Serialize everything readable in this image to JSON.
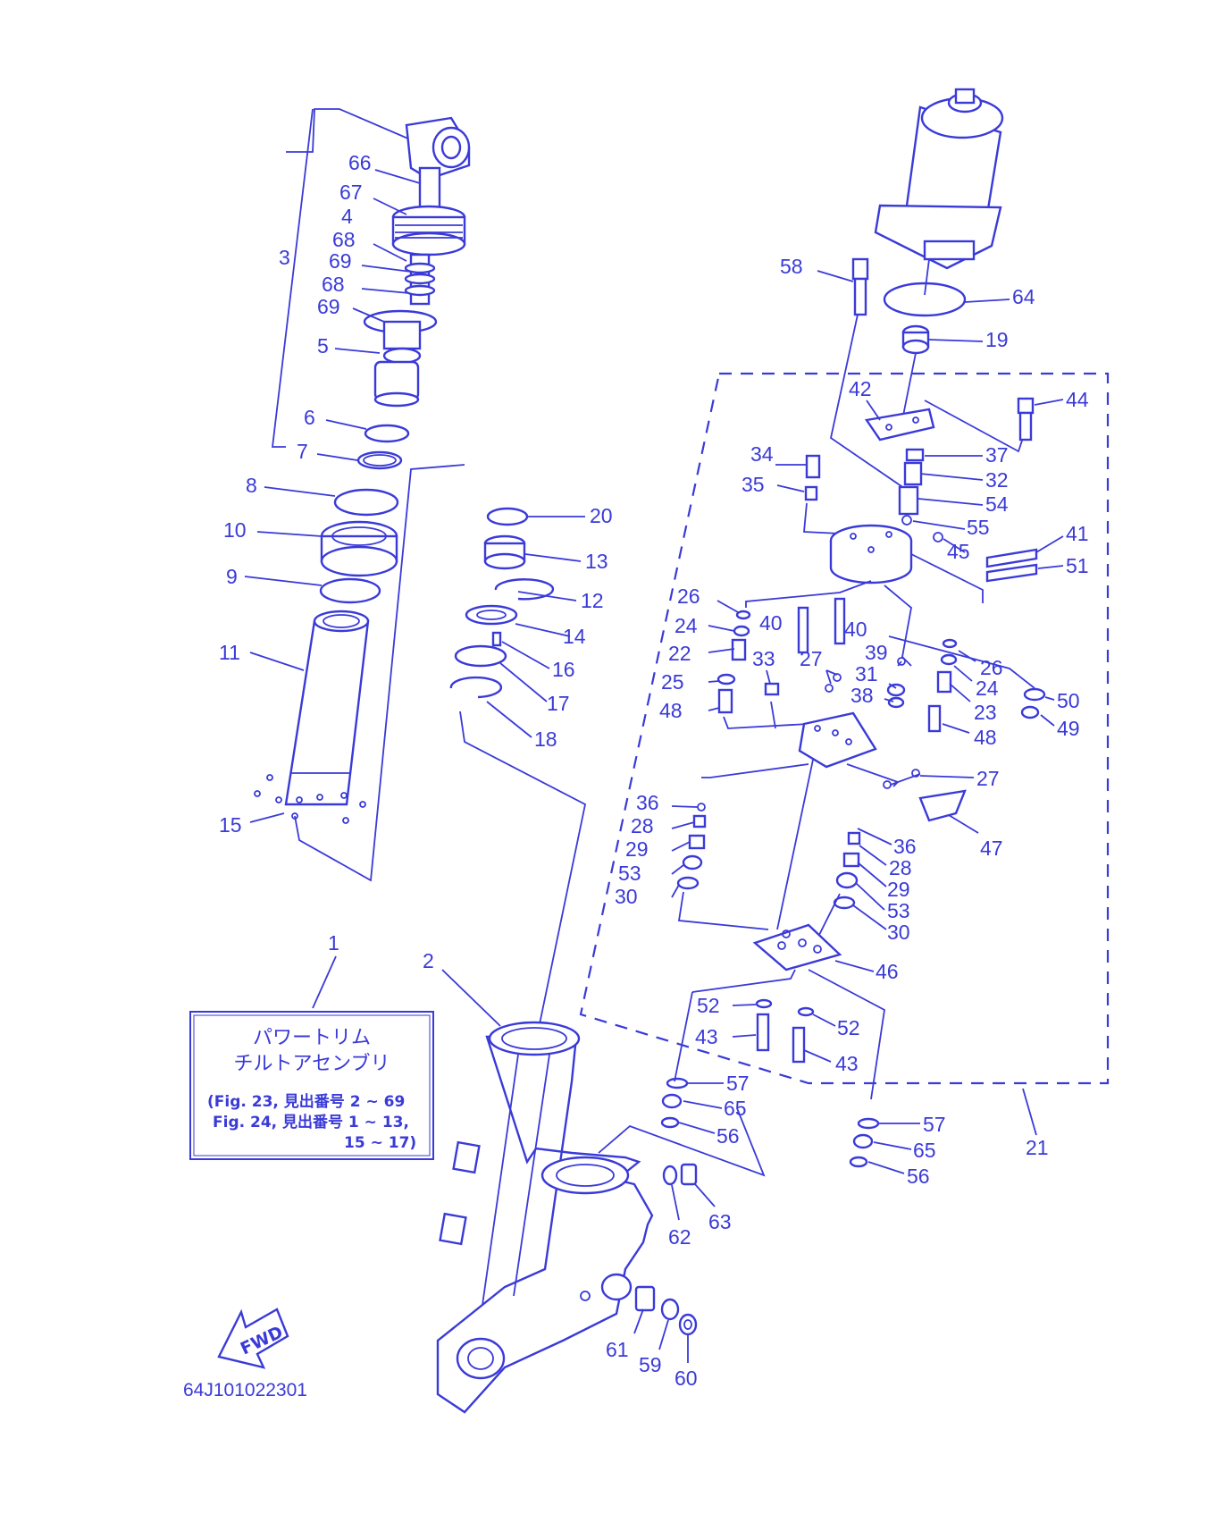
{
  "diagram": {
    "note_box": {
      "line1": "パワートリム",
      "line2": "チルトアセンブリ",
      "line3": "(Fig. 23, 見出番号 2 ~ 69",
      "line4": "Fig. 24, 見出番号 1 ~ 13,",
      "line5": "15 ~ 17)"
    },
    "fwd_arrow": {
      "text": "FWD"
    },
    "drawing_code": "64J101022301",
    "callouts": [
      {
        "id": "c66",
        "text": "66"
      },
      {
        "id": "c67",
        "text": "67"
      },
      {
        "id": "c4",
        "text": "4"
      },
      {
        "id": "c68a",
        "text": "68"
      },
      {
        "id": "c3",
        "text": "3"
      },
      {
        "id": "c69a",
        "text": "69"
      },
      {
        "id": "c68b",
        "text": "68"
      },
      {
        "id": "c69b",
        "text": "69"
      },
      {
        "id": "c5",
        "text": "5"
      },
      {
        "id": "c6",
        "text": "6"
      },
      {
        "id": "c7",
        "text": "7"
      },
      {
        "id": "c8",
        "text": "8"
      },
      {
        "id": "c10",
        "text": "10"
      },
      {
        "id": "c9",
        "text": "9"
      },
      {
        "id": "c11",
        "text": "11"
      },
      {
        "id": "c15",
        "text": "15"
      },
      {
        "id": "c1",
        "text": "1"
      },
      {
        "id": "c2",
        "text": "2"
      },
      {
        "id": "c20",
        "text": "20"
      },
      {
        "id": "c13",
        "text": "13"
      },
      {
        "id": "c12",
        "text": "12"
      },
      {
        "id": "c14",
        "text": "14"
      },
      {
        "id": "c16",
        "text": "16"
      },
      {
        "id": "c17",
        "text": "17"
      },
      {
        "id": "c18",
        "text": "18"
      },
      {
        "id": "c58",
        "text": "58"
      },
      {
        "id": "c64",
        "text": "64"
      },
      {
        "id": "c19",
        "text": "19"
      },
      {
        "id": "c42",
        "text": "42"
      },
      {
        "id": "c44",
        "text": "44"
      },
      {
        "id": "c34",
        "text": "34"
      },
      {
        "id": "c37",
        "text": "37"
      },
      {
        "id": "c35",
        "text": "35"
      },
      {
        "id": "c32",
        "text": "32"
      },
      {
        "id": "c54",
        "text": "54"
      },
      {
        "id": "c55",
        "text": "55"
      },
      {
        "id": "c41",
        "text": "41"
      },
      {
        "id": "c45",
        "text": "45"
      },
      {
        "id": "c51",
        "text": "51"
      },
      {
        "id": "c26a",
        "text": "26"
      },
      {
        "id": "c40a",
        "text": "40"
      },
      {
        "id": "c40b",
        "text": "40"
      },
      {
        "id": "c24a",
        "text": "24"
      },
      {
        "id": "c22",
        "text": "22"
      },
      {
        "id": "c33",
        "text": "33"
      },
      {
        "id": "c27a",
        "text": "27"
      },
      {
        "id": "c39",
        "text": "39"
      },
      {
        "id": "c26b",
        "text": "26"
      },
      {
        "id": "c25",
        "text": "25"
      },
      {
        "id": "c31",
        "text": "31"
      },
      {
        "id": "c24b",
        "text": "24"
      },
      {
        "id": "c48a",
        "text": "48"
      },
      {
        "id": "c38",
        "text": "38"
      },
      {
        "id": "c23",
        "text": "23"
      },
      {
        "id": "c50",
        "text": "50"
      },
      {
        "id": "c49",
        "text": "49"
      },
      {
        "id": "c48b",
        "text": "48"
      },
      {
        "id": "c27b",
        "text": "27"
      },
      {
        "id": "c36a",
        "text": "36"
      },
      {
        "id": "c28a",
        "text": "28"
      },
      {
        "id": "c47",
        "text": "47"
      },
      {
        "id": "c29a",
        "text": "29"
      },
      {
        "id": "c36b",
        "text": "36"
      },
      {
        "id": "c53a",
        "text": "53"
      },
      {
        "id": "c28b",
        "text": "28"
      },
      {
        "id": "c30a",
        "text": "30"
      },
      {
        "id": "c29b",
        "text": "29"
      },
      {
        "id": "c53b",
        "text": "53"
      },
      {
        "id": "c30b",
        "text": "30"
      },
      {
        "id": "c46",
        "text": "46"
      },
      {
        "id": "c52a",
        "text": "52"
      },
      {
        "id": "c52b",
        "text": "52"
      },
      {
        "id": "c43a",
        "text": "43"
      },
      {
        "id": "c43b",
        "text": "43"
      },
      {
        "id": "c57a",
        "text": "57"
      },
      {
        "id": "c21",
        "text": "21"
      },
      {
        "id": "c65a",
        "text": "65"
      },
      {
        "id": "c56a",
        "text": "56"
      },
      {
        "id": "c57b",
        "text": "57"
      },
      {
        "id": "c65b",
        "text": "65"
      },
      {
        "id": "c56b",
        "text": "56"
      },
      {
        "id": "c63",
        "text": "63"
      },
      {
        "id": "c62",
        "text": "62"
      },
      {
        "id": "c61",
        "text": "61"
      },
      {
        "id": "c59",
        "text": "59"
      },
      {
        "id": "c60",
        "text": "60"
      }
    ],
    "colors": {
      "ink": "#3a3ad8",
      "paper": "#ffffff"
    }
  }
}
